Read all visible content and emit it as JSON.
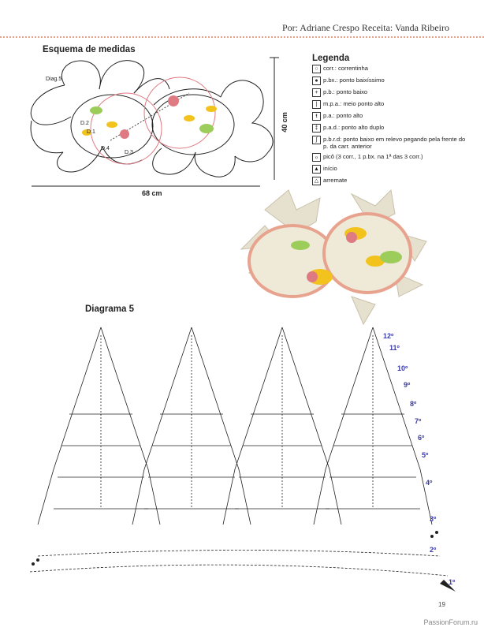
{
  "header": {
    "author_line": "Por: Adriane Crespo Receita: Vanda Ribeiro"
  },
  "measures": {
    "title": "Esquema de medidas",
    "width_label": "68 cm",
    "height_label": "40 cm",
    "labels": [
      "Diag.5",
      "D.2",
      "D.1",
      "D.4",
      "D.3"
    ]
  },
  "legend": {
    "title": "Legenda",
    "items": [
      {
        "symbol": "○",
        "text": "corr.: correntinha"
      },
      {
        "symbol": "●",
        "text": "p.bx.: ponto baixíssimo"
      },
      {
        "symbol": "+",
        "text": "p.b.: ponto baixo"
      },
      {
        "symbol": "|",
        "text": "m.p.a.: meio ponto alto"
      },
      {
        "symbol": "ŧ",
        "text": "p.a.: ponto alto"
      },
      {
        "symbol": "‡",
        "text": "p.a.d.: ponto alto duplo"
      },
      {
        "symbol": "ʃ",
        "text": "p.b.r.d: ponto baixo em relevo pegando pela frente do p. da carr. anterior"
      },
      {
        "symbol": "ℴ",
        "text": "picô (3 corr., 1 p.bx. na 1ª das 3 corr.)"
      },
      {
        "symbol": "▲",
        "text": "início"
      },
      {
        "symbol": "△",
        "text": "arremate"
      }
    ]
  },
  "diagram": {
    "title": "Diagrama 5",
    "rounds": [
      "12º",
      "11º",
      "10º",
      "9º",
      "8º",
      "7º",
      "6º",
      "5º",
      "4º",
      "3º",
      "2º",
      "1º"
    ]
  },
  "footer": {
    "page_number": "19",
    "watermark": "PassionForum.ru"
  },
  "colors": {
    "rule": "#e8a38e",
    "round_label": "#3b3ba8",
    "pink": "#e07a82",
    "yellow": "#f2c21d",
    "green": "#9ccc5a"
  }
}
